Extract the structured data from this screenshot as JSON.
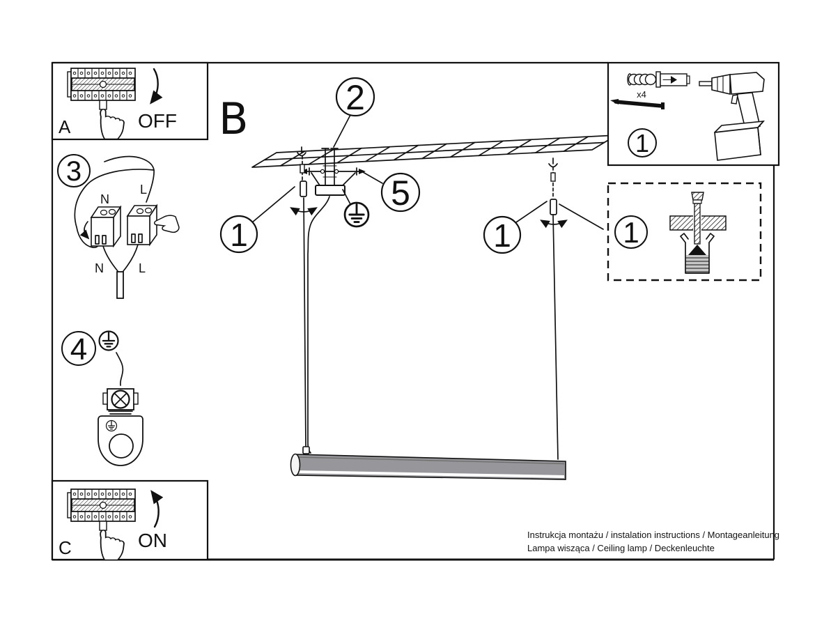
{
  "sections": {
    "a_label": "A",
    "b_label": "B",
    "c_label": "C"
  },
  "switch_states": {
    "off_label": "OFF",
    "on_label": "ON"
  },
  "callouts": {
    "one": "1",
    "two": "2",
    "three": "3",
    "four": "4",
    "five": "5"
  },
  "wire_labels": {
    "neutral": "N",
    "live": "L"
  },
  "hardware": {
    "anchor_quantity": "x4"
  },
  "footer": {
    "line1": "Instrukcja montażu / instalation instructions / Montageanleitung",
    "line2": "Lampa wisząca / Ceiling lamp / Deckenleuchte"
  },
  "colors": {
    "ink": "#111111",
    "paper": "#ffffff",
    "lamp_gray": "#97979b"
  }
}
